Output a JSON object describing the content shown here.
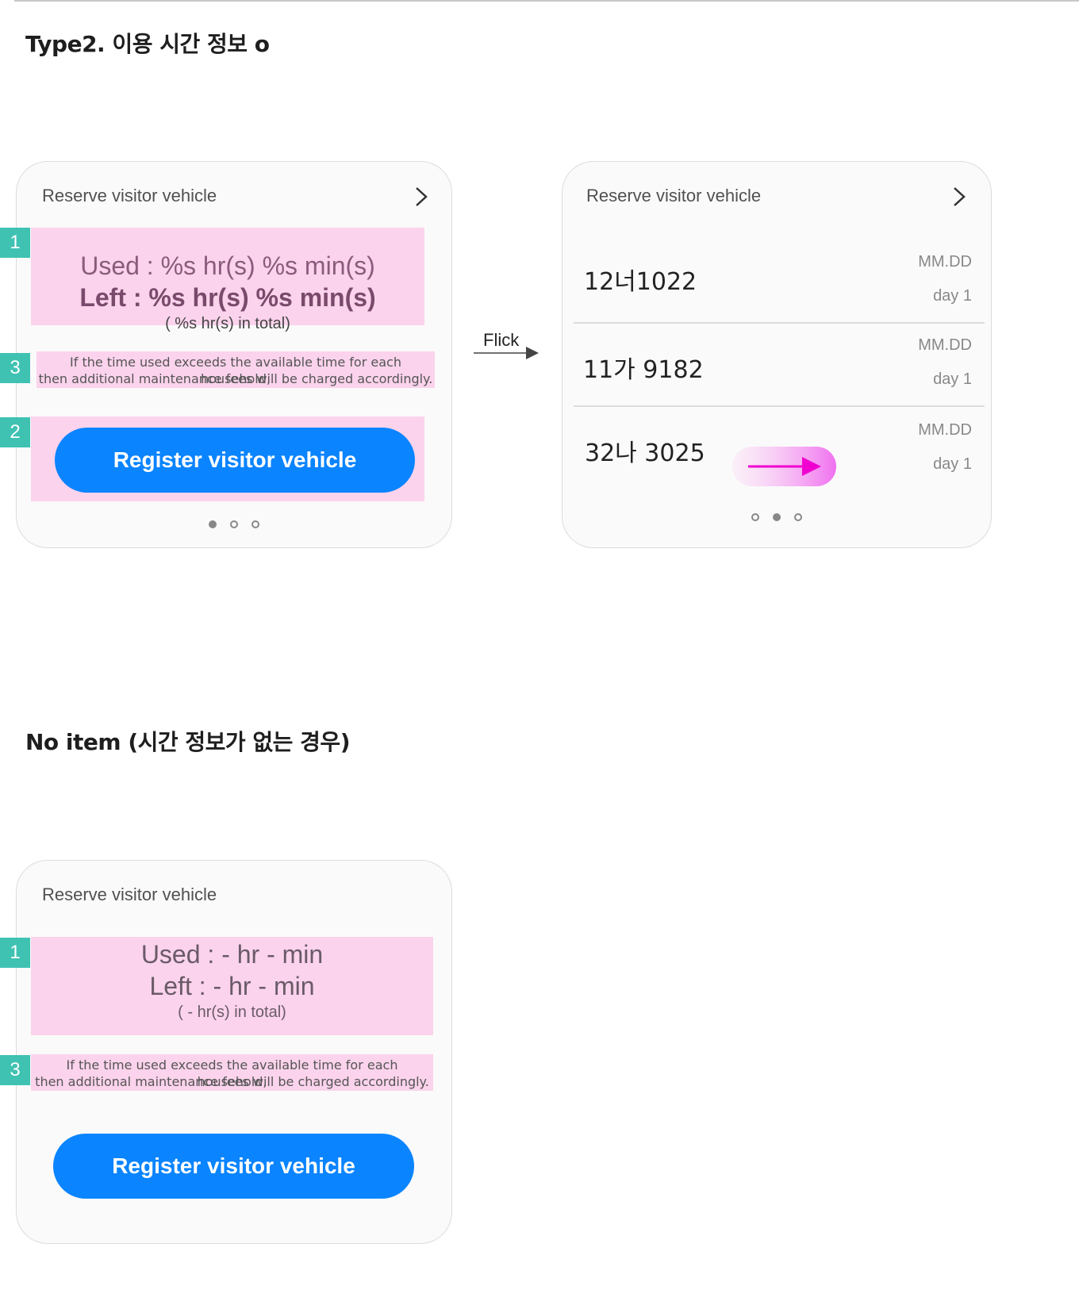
{
  "sections": {
    "type2_title": "Type2. 이용 시간 정보 o",
    "noitem_title": "No item (시간 정보가 없는 경우)"
  },
  "card1": {
    "title": "Reserve visitor vehicle",
    "used": "Used : %s  hr(s) %s min(s)",
    "left": "Left : %s hr(s) %s min(s)",
    "total": "( %s hr(s) in total)",
    "notice_line1": "If the time used exceeds the available time for each household,",
    "notice_line2": "then additional maintenance fees will be charged accordingly.",
    "button": "Register visitor vehicle",
    "page_indicator": {
      "total": 3,
      "active": 1
    }
  },
  "flick": {
    "label": "Flick"
  },
  "card2": {
    "title": "Reserve visitor vehicle",
    "rows": [
      {
        "plate": "12너1022",
        "date": "MM.DD",
        "day": "day 1"
      },
      {
        "plate": "11가 9182",
        "date": "MM.DD",
        "day": "day 1"
      },
      {
        "plate": "32나 3025",
        "date": "MM.DD",
        "day": "day 1"
      }
    ],
    "page_indicator": {
      "total": 3,
      "active": 2
    }
  },
  "card3": {
    "title": "Reserve visitor vehicle",
    "used": "Used : -  hr - min",
    "left": "Left : - hr - min",
    "total": "( - hr(s) in total)",
    "notice_line1": "If the time used exceeds the available time for each household,",
    "notice_line2": "then additional maintenance fees will be charged accordingly.",
    "button": "Register visitor vehicle"
  },
  "annotations": {
    "tag1": "1",
    "tag2": "2",
    "tag3": "3"
  },
  "colors": {
    "highlight": "#fbd3ec",
    "tag": "#3fc2b2",
    "primary_button": "#0a84ff",
    "swipe_arrow": "#f000d0"
  },
  "icons": [
    "chevron-right-icon",
    "swipe-right-arrow-icon",
    "flick-arrow-icon"
  ]
}
